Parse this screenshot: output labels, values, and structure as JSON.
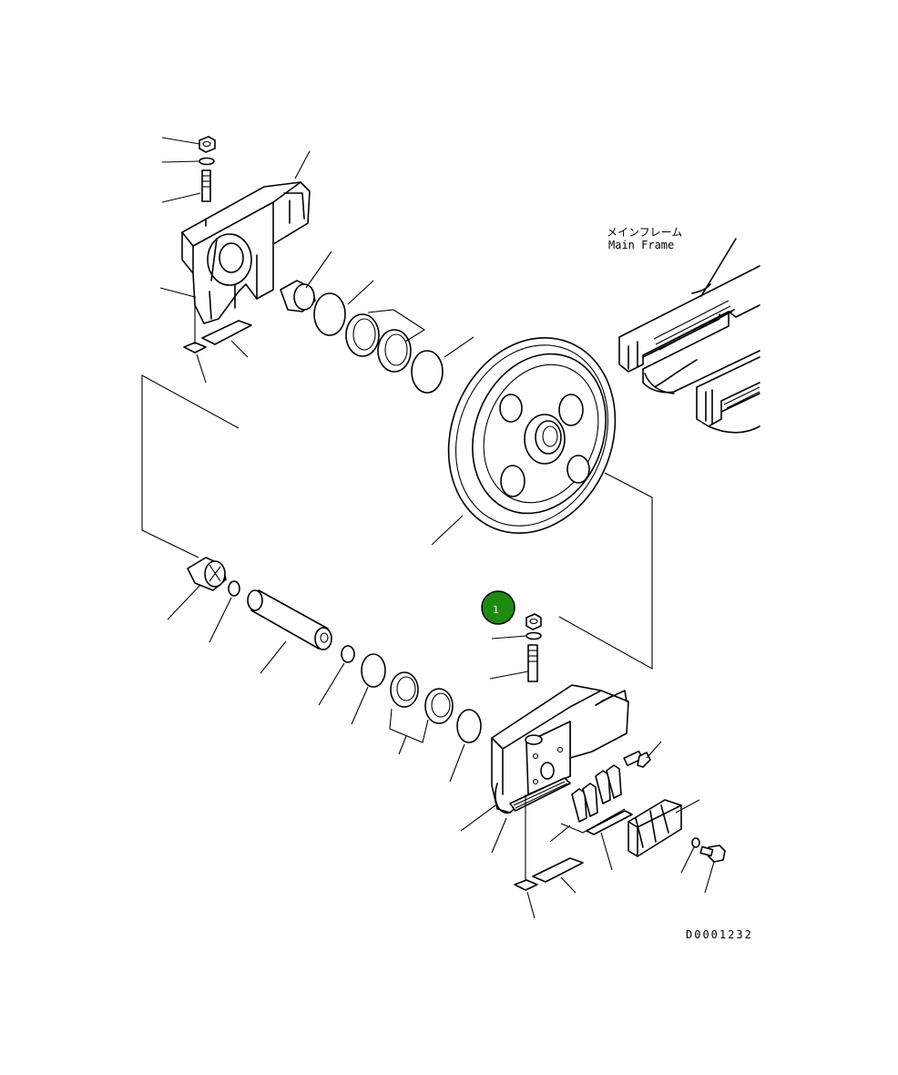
{
  "main_frame_label_jp": "メインフレーム",
  "main_frame_label_en": "Main Frame",
  "drawing_number": "D0001232",
  "callout": {
    "number": "1",
    "color": "#1e8a10",
    "ring": "#000000"
  }
}
